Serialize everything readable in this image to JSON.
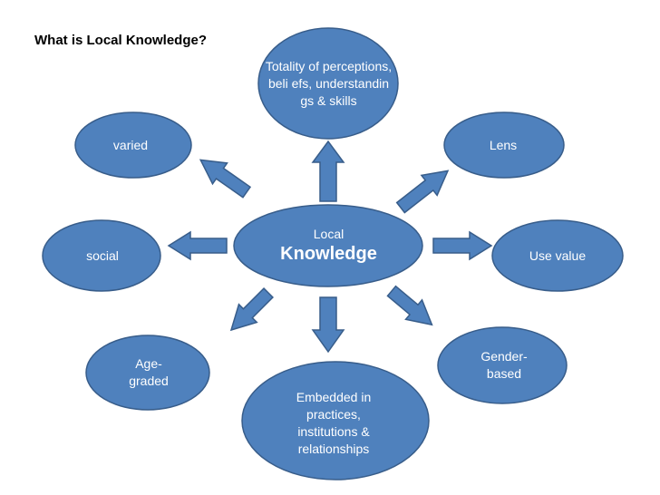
{
  "title": "What is Local Knowledge?",
  "colors": {
    "node_fill": "#4f81bd",
    "node_stroke": "#385d8a",
    "text": "#ffffff"
  },
  "center": {
    "line1": "Local",
    "line2": "Knowledge"
  },
  "nodes": {
    "totality": "Totality of perceptions, beli efs, understandin gs & skills",
    "varied": "varied",
    "lens": "Lens",
    "social": "social",
    "use_value": "Use value",
    "age_graded": "Age- graded",
    "gender_based": "Gender- based",
    "embedded": "Embedded in practices, institutions & relationships"
  }
}
